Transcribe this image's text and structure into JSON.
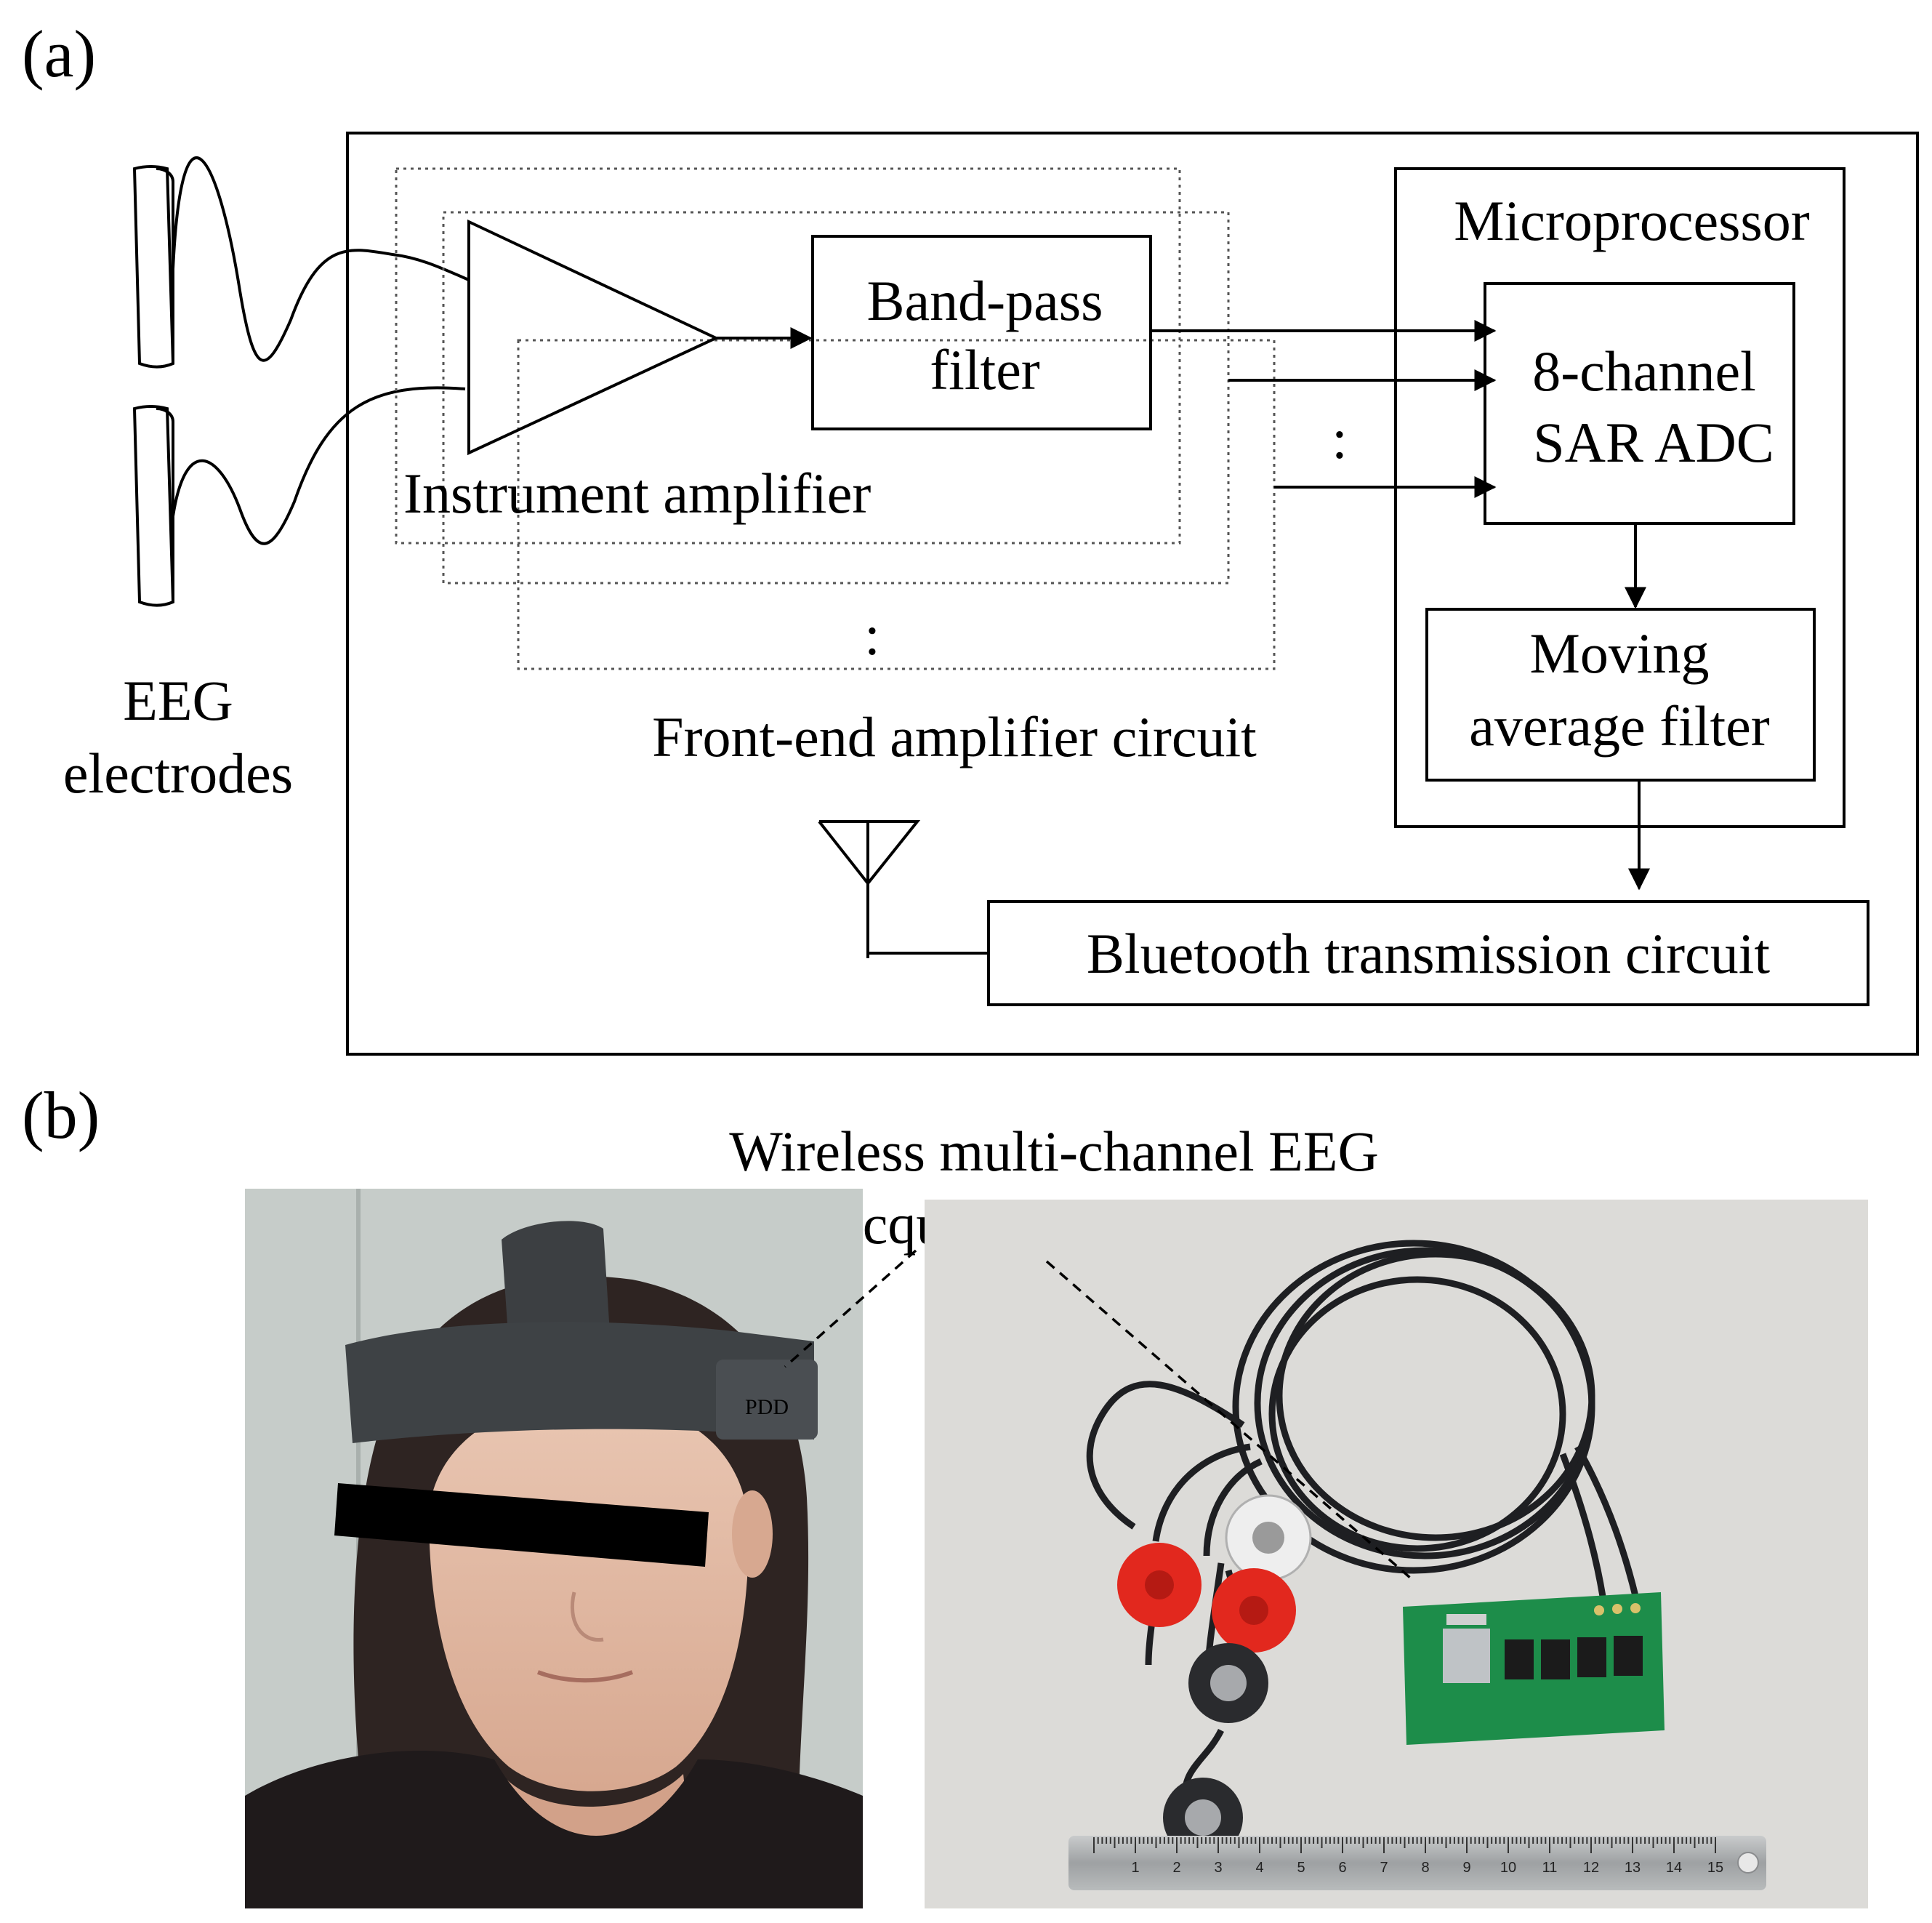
{
  "panel_labels": {
    "a": "(a)",
    "b": "(b)"
  },
  "diagram": {
    "electrodes_label": [
      "EEG",
      "electrodes"
    ],
    "instrument_amplifier": "Instrument amplifier",
    "band_pass_filter": [
      "Band-pass",
      "filter"
    ],
    "front_end_circuit": "Front-end amplifier circuit",
    "microprocessor": "Microprocessor",
    "adc": [
      "8-channel",
      "SAR ADC"
    ],
    "moving_average": [
      "Moving",
      "average filter"
    ],
    "bluetooth": "Bluetooth transmission circuit",
    "ellipsis": ":"
  },
  "photos": {
    "caption": [
      "Wireless multi-channel EEG",
      "acquisition module"
    ],
    "headband_mark": "PDD",
    "ruler_numbers": [
      "1",
      "2",
      "3",
      "4",
      "5",
      "6",
      "7",
      "8",
      "9",
      "10",
      "11",
      "12",
      "13",
      "14",
      "15"
    ]
  },
  "colors": {
    "microprocessor_bg": "#a8dcdc",
    "amplifier_bg": "#dedede",
    "photo_bg_left": "#c6ccc9",
    "photo_bg_right": "#dcdbd8"
  }
}
